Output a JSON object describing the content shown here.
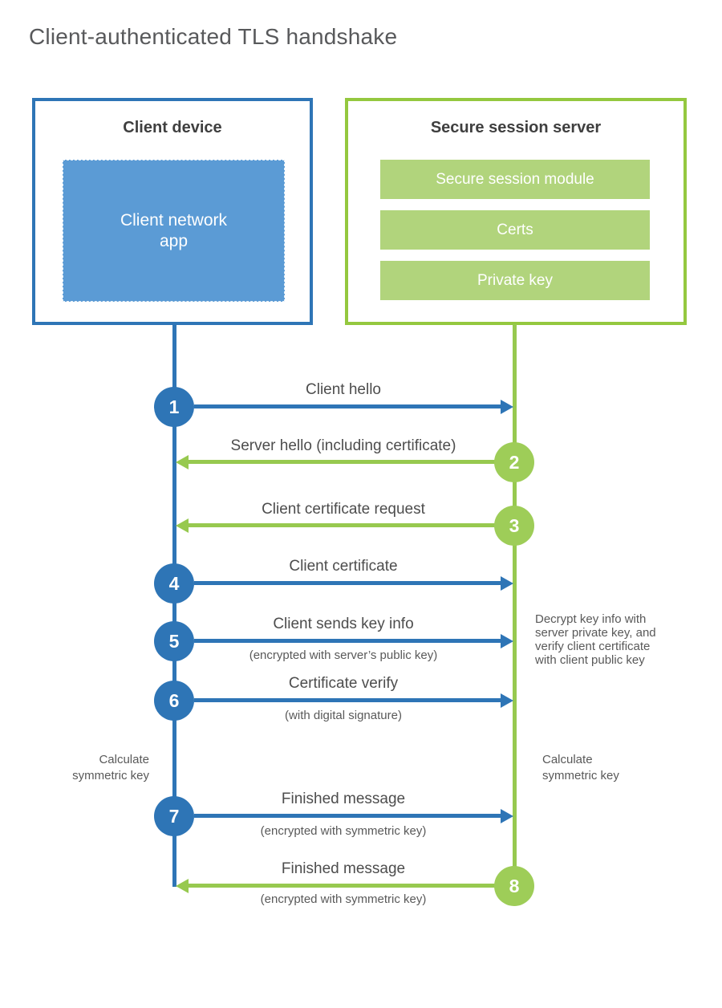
{
  "title": "Client-authenticated TLS handshake",
  "client_box": {
    "title": "Client device",
    "app_label": "Client network app"
  },
  "server_box": {
    "title": "Secure session server",
    "modules": [
      "Secure session module",
      "Certs",
      "Private key"
    ]
  },
  "steps": [
    {
      "num": "1",
      "from": "client",
      "direction": "right",
      "label": "Client hello"
    },
    {
      "num": "2",
      "from": "server",
      "direction": "left",
      "label": "Server hello (including certificate)"
    },
    {
      "num": "3",
      "from": "server",
      "direction": "left",
      "label": "Client certificate request"
    },
    {
      "num": "4",
      "from": "client",
      "direction": "right",
      "label": "Client certificate"
    },
    {
      "num": "5",
      "from": "client",
      "direction": "right",
      "label": "Client sends key info",
      "sublabel": "(encrypted with server’s public key)"
    },
    {
      "num": "6",
      "from": "client",
      "direction": "right",
      "label": "Certificate verify",
      "sublabel": "(with digital signature)"
    },
    {
      "num": "7",
      "from": "client",
      "direction": "right",
      "label": "Finished message",
      "sublabel": "(encrypted with symmetric key)"
    },
    {
      "num": "8",
      "from": "server",
      "direction": "left",
      "label": "Finished message",
      "sublabel": "(encrypted with symmetric key)"
    }
  ],
  "annotations": {
    "server_note": "Decrypt key info with server private key, and verify client certificate with client public key",
    "client_calc": "Calculate symmetric key",
    "server_calc": "Calculate symmetric key"
  },
  "colors": {
    "blue": "#2e75b6",
    "blue_fill": "#5b9bd5",
    "green": "#97c94f",
    "green_bar": "#b1d47c",
    "text_dark": "#3f3f3f",
    "text_gray": "#595959"
  }
}
